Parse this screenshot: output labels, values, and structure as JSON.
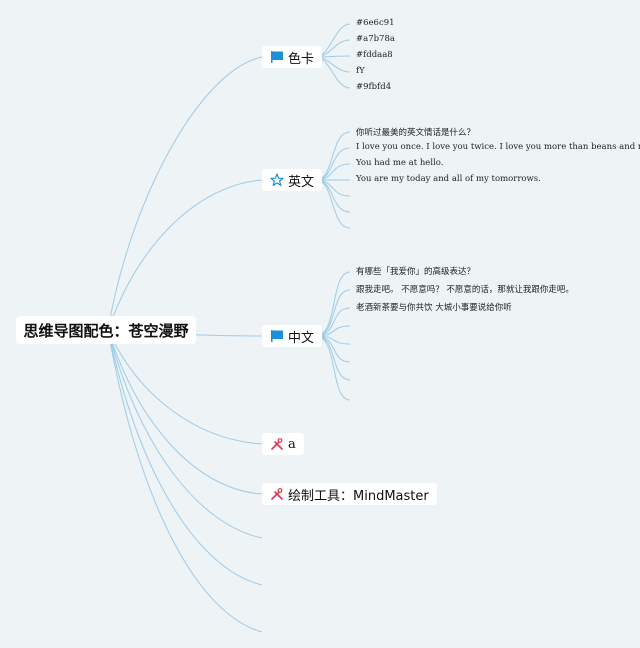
{
  "root": {
    "label": "思维导图配色：苍空漫野"
  },
  "topics": [
    {
      "label": "色卡",
      "icon": "flag-icon"
    },
    {
      "label": "英文",
      "icon": "star-icon"
    },
    {
      "label": "中文",
      "icon": "flag-icon"
    },
    {
      "label": "a",
      "icon": "tools-icon"
    },
    {
      "label": "绘制工具：MindMaster",
      "icon": "tools-icon"
    }
  ],
  "color_card": {
    "items": [
      "#6e6c91",
      "#a7b78a",
      "#fddaa8",
      "fY",
      "#9fbfd4"
    ]
  },
  "english": {
    "items": [
      "你听过最美的英文情话是什么？",
      "I love you once. I love you twice. I love you more than beans and rice.",
      "You had me at hello.",
      "You are my today and all of my tomorrows."
    ]
  },
  "chinese": {
    "items": [
      "有哪些「我爱你」的高级表达？",
      "跟我走吧。 不愿意吗？ 不愿意的话，那就让我跟你走吧。",
      "老酒新茶要与你共饮 大城小事要说给你听"
    ]
  },
  "colors": {
    "background": "#eef3f6",
    "connector": "#9ccbe8",
    "flag": "#1f8fd8",
    "star": "#1f8fd8",
    "tools": "#e0364f"
  }
}
